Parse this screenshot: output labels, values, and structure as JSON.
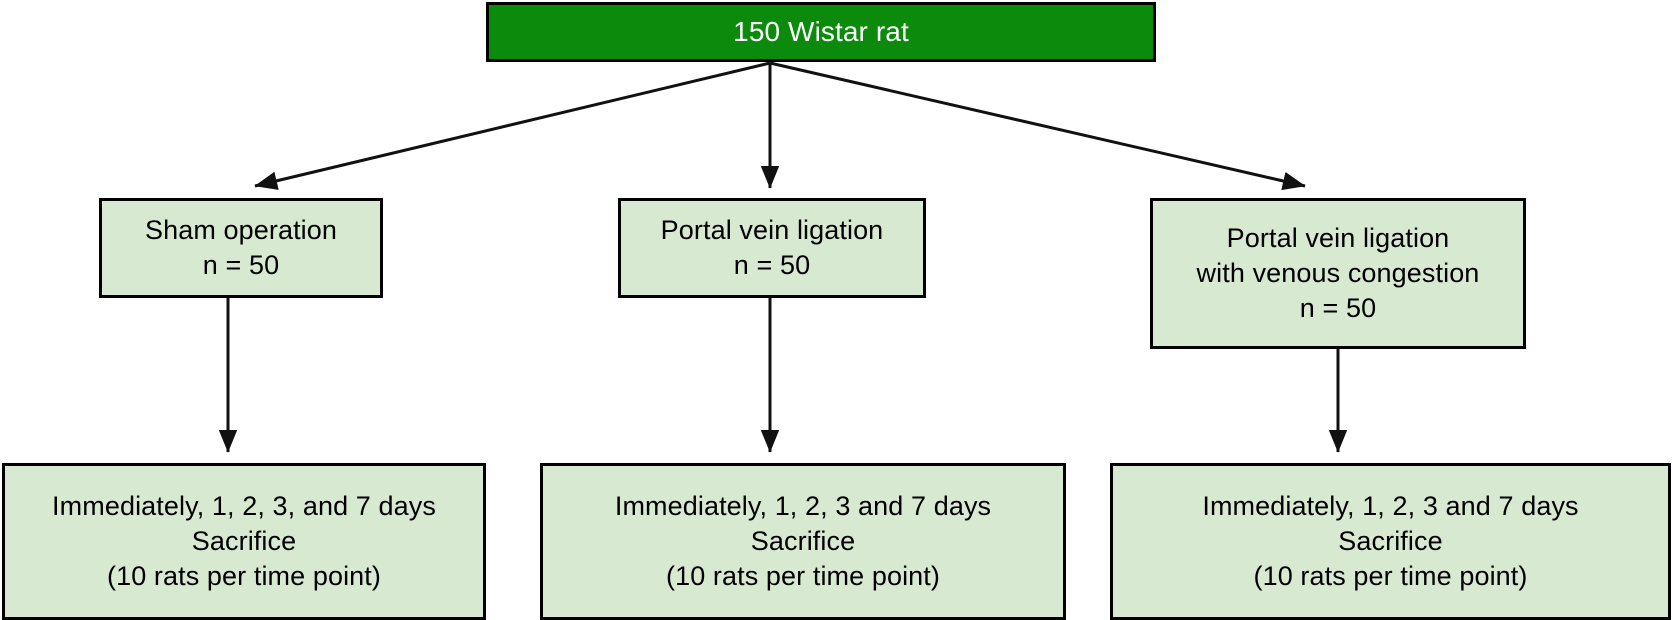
{
  "diagram": {
    "title": "Wistar rat study design flowchart",
    "colors": {
      "root_fill": "#0b8a0b",
      "root_text": "#ffffff",
      "node_fill": "#d8e9d2",
      "node_border": "#000000",
      "node_text": "#000000",
      "background": "#ffffff",
      "edge": "#000000"
    },
    "root": {
      "label": "150 Wistar rat",
      "lines": [
        "150 Wistar rat"
      ]
    },
    "groups": [
      {
        "id": "sham",
        "lines": [
          "Sham operation",
          "n = 50"
        ],
        "name": "Sham operation",
        "n": "n = 50"
      },
      {
        "id": "pvl",
        "lines": [
          "Portal vein ligation",
          "n = 50"
        ],
        "name": "Portal vein ligation",
        "n": "n = 50"
      },
      {
        "id": "pvl-congestion",
        "lines": [
          "Portal vein ligation",
          "with venous congestion",
          "n = 50"
        ],
        "name": "Portal vein ligation with venous congestion",
        "n": "n = 50"
      }
    ],
    "outcomes": [
      {
        "id": "sham-sacrifice",
        "lines": [
          "Immediately, 1, 2, 3, and 7 days",
          "Sacrifice",
          "(10 rats per time point)"
        ],
        "timepoints": "Immediately, 1, 2, 3, and 7 days",
        "action": "Sacrifice",
        "per_point": "(10 rats per time point)"
      },
      {
        "id": "pvl-sacrifice",
        "lines": [
          "Immediately, 1, 2, 3 and 7 days",
          "Sacrifice",
          "(10 rats per time point)"
        ],
        "timepoints": "Immediately, 1, 2, 3 and 7 days",
        "action": "Sacrifice",
        "per_point": "(10 rats per time point)"
      },
      {
        "id": "pvl-congestion-sacrifice",
        "lines": [
          "Immediately, 1, 2, 3 and 7 days",
          "Sacrifice",
          "(10 rats per time point)"
        ],
        "timepoints": "Immediately, 1, 2, 3 and 7 days",
        "action": "Sacrifice",
        "per_point": "(10 rats per time point)"
      }
    ],
    "edges": [
      {
        "id": "root-to-sham",
        "from": "150 Wistar rat",
        "to": "Sham operation"
      },
      {
        "id": "root-to-pvl",
        "from": "150 Wistar rat",
        "to": "Portal vein ligation"
      },
      {
        "id": "root-to-pvl-congestion",
        "from": "150 Wistar rat",
        "to": "Portal vein ligation with venous congestion"
      },
      {
        "id": "sham-to-sacrifice",
        "from": "Sham operation",
        "to": "Immediately, 1, 2, 3, and 7 days Sacrifice"
      },
      {
        "id": "pvl-to-sacrifice",
        "from": "Portal vein ligation",
        "to": "Immediately, 1, 2, 3 and 7 days Sacrifice"
      },
      {
        "id": "pvl-congestion-to-sacrifice",
        "from": "Portal vein ligation with venous congestion",
        "to": "Immediately, 1, 2, 3 and 7 days Sacrifice"
      }
    ]
  }
}
